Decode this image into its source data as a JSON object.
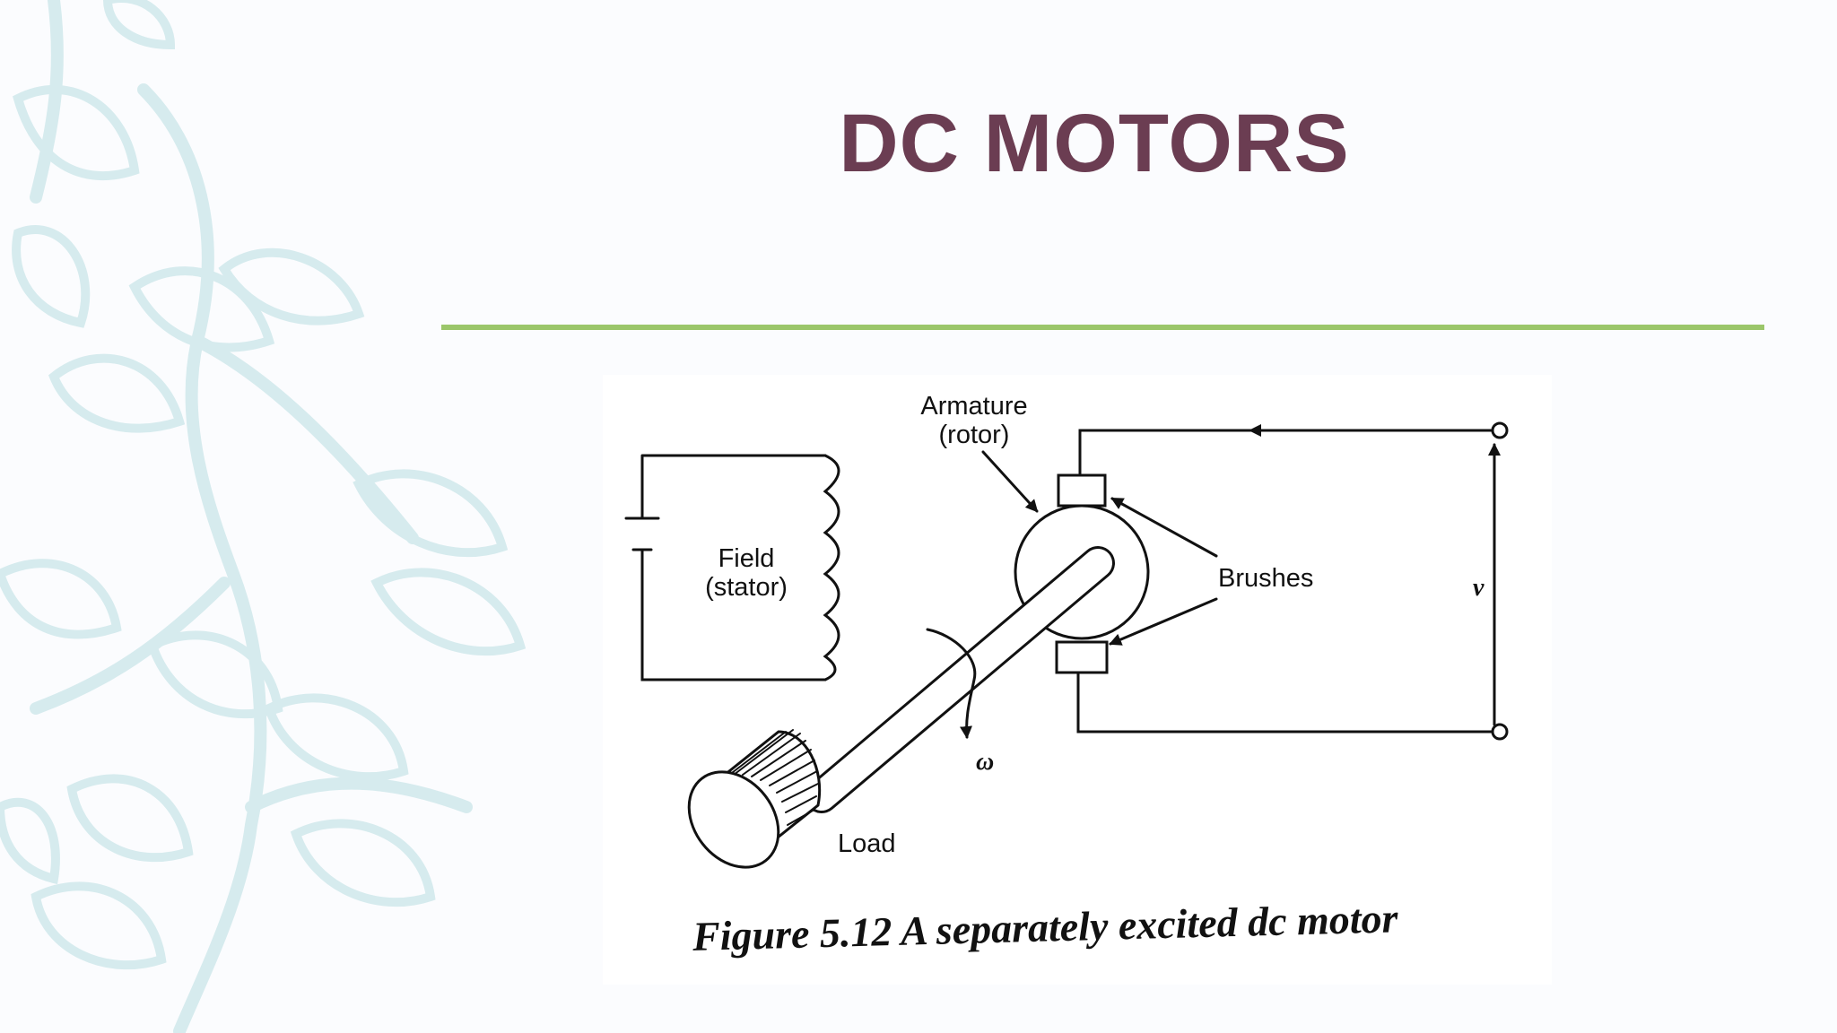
{
  "slide": {
    "title": "DC MOTORS"
  },
  "colors": {
    "title": "#6b3d52",
    "rule": "#9bc66a",
    "leaves": "#d6ebee"
  },
  "figure": {
    "labels": {
      "armature_line1": "Armature",
      "armature_line2": "(rotor)",
      "field_line1": "Field",
      "field_line2": "(stator)",
      "brushes": "Brushes",
      "voltage": "v",
      "omega": "ω",
      "load": "Load"
    },
    "caption": "Figure 5.12 A separately excited dc motor"
  },
  "icons": [
    "leaf-vine-decoration"
  ]
}
